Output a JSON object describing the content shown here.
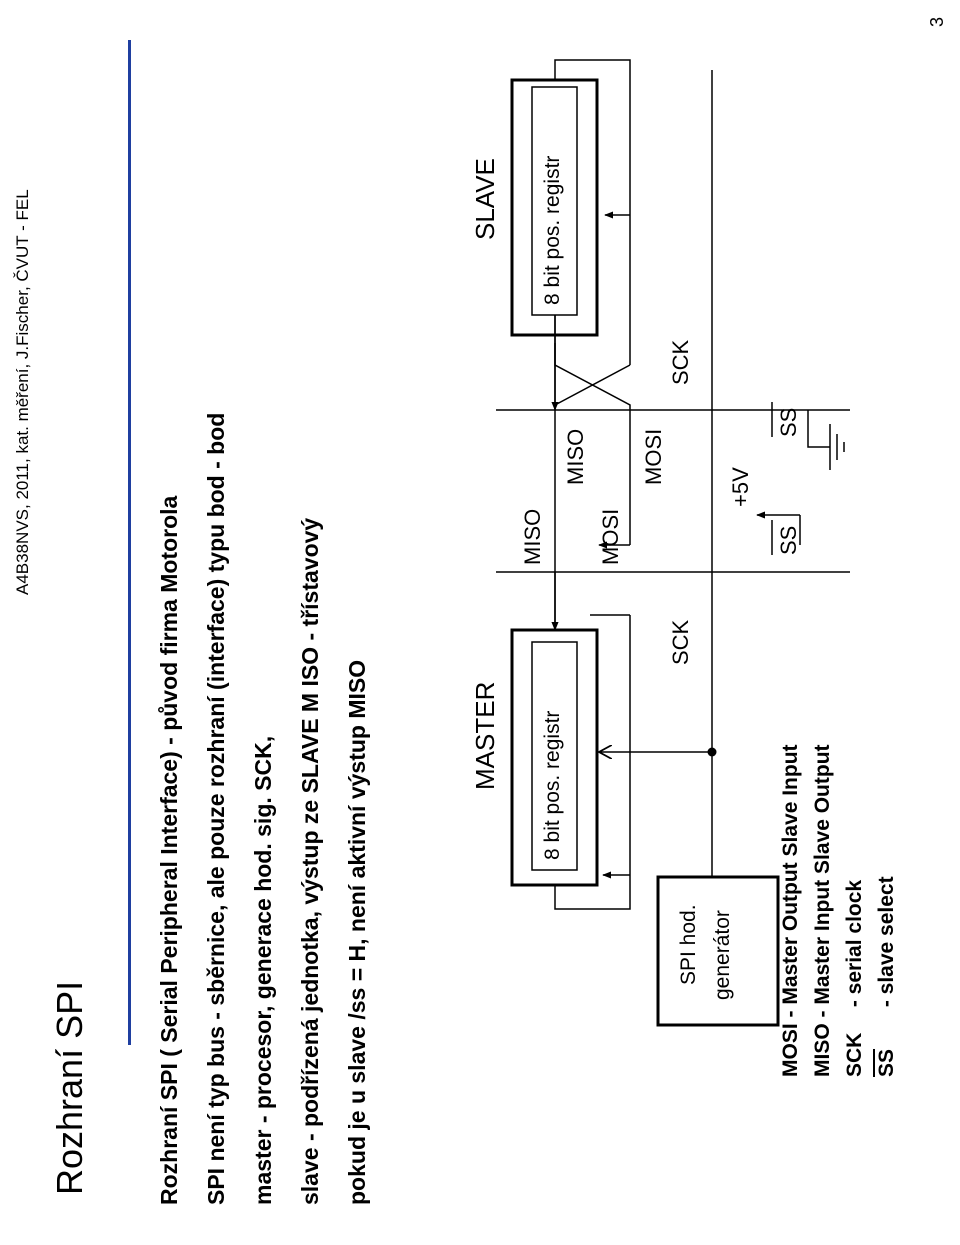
{
  "header": {
    "text": "A4B38NVS, 2011, kat. měření, J.Fischer, ČVUT - FEL",
    "title": "Rozhraní SPI",
    "page_number": "3",
    "accent_color": "#1f3fa0"
  },
  "bullets": [
    "Rozhraní SPI ( Serial Peripheral Interface) - původ firma Motorola",
    "SPI není typ bus - sběrnice, ale pouze rozhraní (interface) typu bod - bod",
    "master - procesor, generace hod. sig. SCK,",
    "slave - podřízená jednotka, výstup ze SLAVE M ISO - třístavový",
    "pokud je u slave /ss = H, není aktivní výstup MISO"
  ],
  "diagram": {
    "master_label": "MASTER",
    "slave_label": "SLAVE",
    "master_register": "8 bit pos. registr",
    "slave_register": "8 bit pos. registr",
    "clock_gen_line1": "SPI hod.",
    "clock_gen_line2": "generátor",
    "line_labels": {
      "miso_master": "MISO",
      "miso_slave": "MISO",
      "mosi_master": "MOSI",
      "mosi_slave": "MOSI",
      "sck_master": "SCK",
      "sck_slave": "SCK",
      "vcc": "+5V",
      "ss_master": "SS",
      "ss_slave": "SS"
    }
  },
  "legend": [
    {
      "abbr": "MOSI",
      "text": "MOSI - Master Output Slave Input"
    },
    {
      "abbr": "MISO",
      "text": "MISO - Master Input Slave Output"
    },
    {
      "abbr": "SCK",
      "desc": "- serial clock"
    },
    {
      "abbr": "SS",
      "desc": "- slave select"
    }
  ]
}
